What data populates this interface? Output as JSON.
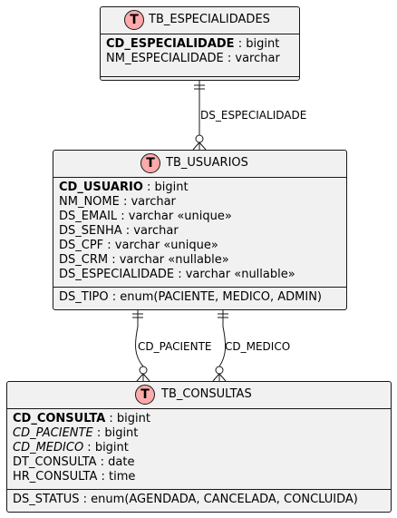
{
  "entities": {
    "especialidades": {
      "badge": "T",
      "name": "TB_ESPECIALIDADES",
      "pk": {
        "name": "CD_ESPECIALIDADE",
        "type": " : bigint"
      },
      "fields": [
        "NM_ESPECIALIDADE : varchar"
      ]
    },
    "usuarios": {
      "badge": "T",
      "name": "TB_USUARIOS",
      "pk": {
        "name": "CD_USUARIO",
        "type": " : bigint"
      },
      "fields": [
        "NM_NOME : varchar",
        "DS_EMAIL : varchar «unique»",
        "DS_SENHA : varchar",
        "DS_CPF : varchar «unique»",
        "DS_CRM : varchar «nullable»",
        "DS_ESPECIALIDADE : varchar «nullable»"
      ],
      "extra": "DS_TIPO : enum(PACIENTE, MEDICO, ADMIN)"
    },
    "consultas": {
      "badge": "T",
      "name": "TB_CONSULTAS",
      "pk": {
        "name": "CD_CONSULTA",
        "type": " : bigint"
      },
      "fk1": {
        "name": "CD_PACIENTE",
        "type": " : bigint"
      },
      "fk2": {
        "name": "CD_MEDICO",
        "type": " : bigint"
      },
      "fields": [
        "DT_CONSULTA : date",
        "HR_CONSULTA : time"
      ],
      "extra": "DS_STATUS : enum(AGENDADA, CANCELADA, CONCLUIDA)"
    }
  },
  "relations": {
    "especialidade": "DS_ESPECIALIDADE",
    "paciente": "CD_PACIENTE",
    "medico": "CD_MEDICO"
  }
}
